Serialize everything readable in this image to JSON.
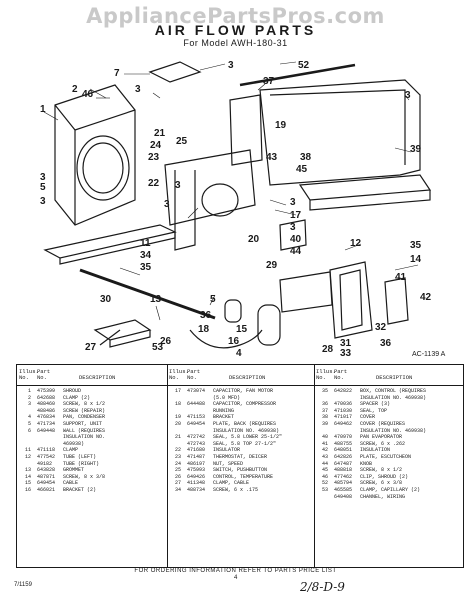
{
  "watermark": "AppliancePartsPros.com",
  "header": {
    "title": "AIR FLOW PARTS",
    "subtitle": "For Model AWH-180-31"
  },
  "diagram_code": "AC-1139 A",
  "callouts": [
    "1",
    "2",
    "3",
    "3",
    "3",
    "3",
    "3",
    "3",
    "3",
    "3",
    "3",
    "4",
    "5",
    "5",
    "7",
    "11",
    "12",
    "13",
    "14",
    "15",
    "16",
    "17",
    "18",
    "19",
    "20",
    "21",
    "22",
    "23",
    "24",
    "25",
    "26",
    "27",
    "28",
    "29",
    "30",
    "31",
    "32",
    "33",
    "34",
    "35",
    "35",
    "36",
    "36",
    "37",
    "38",
    "39",
    "40",
    "41",
    "42",
    "43",
    "44",
    "45",
    "46",
    "52",
    "53"
  ],
  "table": {
    "columns": [
      {
        "ill": "Illus.\nNo.",
        "part": "Part\nNo.",
        "desc": "DESCRIPTION"
      },
      {
        "ill": "Illus.\nNo.",
        "part": "Part\nNo.",
        "desc": "DESCRIPTION"
      },
      {
        "ill": "Illus.\nNo.",
        "part": "Part\nNo.",
        "desc": "DESCRIPTION"
      }
    ],
    "col1": [
      {
        "ill": "1",
        "part": "475399",
        "desc": "SHROUD"
      },
      {
        "ill": "2",
        "part": "642688",
        "desc": "CLAMP (2)"
      },
      {
        "ill": "3",
        "part": "488460",
        "desc": "SCREW, 8 x 1/2"
      },
      {
        "ill": "",
        "part": "488486",
        "desc": "SCREW (REPAIR)"
      },
      {
        "ill": "4",
        "part": "476834",
        "desc": "PAN, CONDENSER"
      },
      {
        "ill": "5",
        "part": "471734",
        "desc": "SUPPORT, UNIT"
      },
      {
        "ill": "6",
        "part": "649448",
        "desc": "WALL (REQUIRES"
      },
      {
        "ill": "",
        "part": "",
        "desc": "INSULATION NO."
      },
      {
        "ill": "",
        "part": "",
        "desc": "469938)"
      },
      {
        "ill": "11",
        "part": "471118",
        "desc": "CLAMP"
      },
      {
        "ill": "12",
        "part": "477542",
        "desc": "TUBE (LEFT)"
      },
      {
        "ill": "",
        "part": "49182",
        "desc": "TUBE (RIGHT)"
      },
      {
        "ill": "13",
        "part": "643828",
        "desc": "GROMMET"
      },
      {
        "ill": "14",
        "part": "487871",
        "desc": "SCREW, 8 x 3/8"
      },
      {
        "ill": "15",
        "part": "649454",
        "desc": "CABLE"
      },
      {
        "ill": "16",
        "part": "466021",
        "desc": "BRACKET (2)"
      }
    ],
    "col2": [
      {
        "ill": "17",
        "part": "473074",
        "desc": "CAPACITOR, FAN MOTOR"
      },
      {
        "ill": "",
        "part": "",
        "desc": "(5.0 MFD)"
      },
      {
        "ill": "18",
        "part": "644488",
        "desc": "CAPACITOR, COMPRESSOR"
      },
      {
        "ill": "",
        "part": "",
        "desc": "RUNNING"
      },
      {
        "ill": "19",
        "part": "471153",
        "desc": "BRACKET"
      },
      {
        "ill": "20",
        "part": "649454",
        "desc": "PLATE, BACK (REQUIRES"
      },
      {
        "ill": "",
        "part": "",
        "desc": "INSULATION NO. 469938)"
      },
      {
        "ill": "21",
        "part": "472742",
        "desc": "SEAL, 5.8 LOWER 25-1/2\""
      },
      {
        "ill": "",
        "part": "472743",
        "desc": "SEAL, 5.8 TOP 27-1/2\""
      },
      {
        "ill": "22",
        "part": "471680",
        "desc": "INSULATOR"
      },
      {
        "ill": "23",
        "part": "471487",
        "desc": "THERMOSTAT, DEICER"
      },
      {
        "ill": "24",
        "part": "486197",
        "desc": "NUT, SPEED"
      },
      {
        "ill": "25",
        "part": "475993",
        "desc": "SWITCH, PUSHBUTTON"
      },
      {
        "ill": "26",
        "part": "649426",
        "desc": "CONTROL, TEMPERATURE"
      },
      {
        "ill": "27",
        "part": "411348",
        "desc": "CLAMP, CABLE"
      },
      {
        "ill": "34",
        "part": "488734",
        "desc": "SCREW, 6 x .175"
      }
    ],
    "col3": [
      {
        "ill": "35",
        "part": "642822",
        "desc": "BOX, CONTROL (REQUIRES"
      },
      {
        "ill": "",
        "part": "",
        "desc": "INSULATION NO. 469938)"
      },
      {
        "ill": "36",
        "part": "470036",
        "desc": "SPACER (3)"
      },
      {
        "ill": "37",
        "part": "471030",
        "desc": "SEAL, TOP"
      },
      {
        "ill": "38",
        "part": "471017",
        "desc": "COVER"
      },
      {
        "ill": "39",
        "part": "649462",
        "desc": "COVER (REQUIRES"
      },
      {
        "ill": "",
        "part": "",
        "desc": "INSULATION NO. 469938)"
      },
      {
        "ill": "40",
        "part": "470970",
        "desc": "PAN EVAPORATOR"
      },
      {
        "ill": "41",
        "part": "488755",
        "desc": "SCREW, 6 x .262"
      },
      {
        "ill": "42",
        "part": "648051",
        "desc": "INSULATION"
      },
      {
        "ill": "43",
        "part": "642826",
        "desc": "PLATE, ESCUTCHEON"
      },
      {
        "ill": "44",
        "part": "647487",
        "desc": "KNOB"
      },
      {
        "ill": "45",
        "part": "488818",
        "desc": "SCREW, 8 x 1/2"
      },
      {
        "ill": "46",
        "part": "477462",
        "desc": "CLIP, SHROUD (2)"
      },
      {
        "ill": "52",
        "part": "485794",
        "desc": "SCREW, 6 x 3/8"
      },
      {
        "ill": "53",
        "part": "465585",
        "desc": "CLAMP, CAPILLARY (2)"
      },
      {
        "ill": "",
        "part": "649408",
        "desc": "CHANNEL, WIRING"
      }
    ]
  },
  "footer": {
    "note": "FOR ORDERING INFORMATION REFER TO PARTS PRICE LIST",
    "code": "7/1159",
    "page": "4",
    "handwritten": "2/8-D-9"
  },
  "colors": {
    "ink": "#1a1a1a",
    "watermark": "#c9c9c9",
    "paper": "#ffffff"
  }
}
